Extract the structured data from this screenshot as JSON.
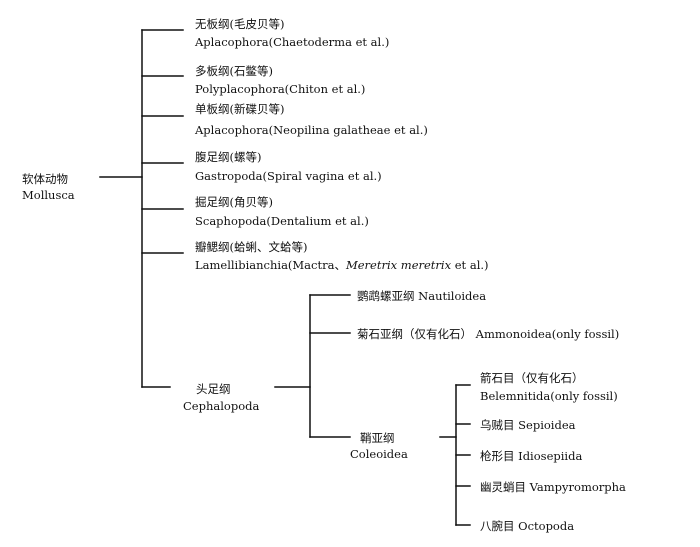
{
  "root": {
    "zh": "软体动物",
    "en": "Mollusca"
  },
  "classes": [
    {
      "zh": "无板纲(毛皮贝等)",
      "en": "Aplacophora(Chaetoderma et al.)"
    },
    {
      "zh": "多板纲(石鳖等)",
      "en": "Polyplacophora(Chiton et al.)"
    },
    {
      "zh": "单板纲(新碟贝等)",
      "en": "Aplacophora(Neopilina galatheae et al.)"
    },
    {
      "zh": "腹足纲(螺等)",
      "en": "Gastropoda(Spiral vagina et al.)"
    },
    {
      "zh": "掘足纲(角贝等)",
      "en": "Scaphopoda(Dentalium et al.)"
    },
    {
      "zh": "瓣鳃纲(蛤蜊、文蛤等)",
      "en_pre": "Lamellibianchia(Mactra、",
      "en_italic": "Meretrix meretrix",
      "en_post": " et al.)"
    }
  ],
  "cephalopoda": {
    "zh": "头足纲",
    "en": "Cephalopoda",
    "subclasses": [
      {
        "label": "鹦鹉螺亚纲 Nautiloidea"
      },
      {
        "label": "菊石亚纲（仅有化石） Ammonoidea(only fossil)"
      },
      {
        "zh": "鞘亚纲",
        "en": "Coleoidea",
        "orders": [
          {
            "zh": "箭石目（仅有化石）",
            "en": "Belemnitida(only fossil)"
          },
          {
            "label": "乌贼目 Sepioidea"
          },
          {
            "label": "枪形目 Idiosepiida"
          },
          {
            "label": "幽灵蛸目 Vampyromorpha"
          },
          {
            "label": "八腕目 Octopoda"
          }
        ]
      }
    ]
  }
}
